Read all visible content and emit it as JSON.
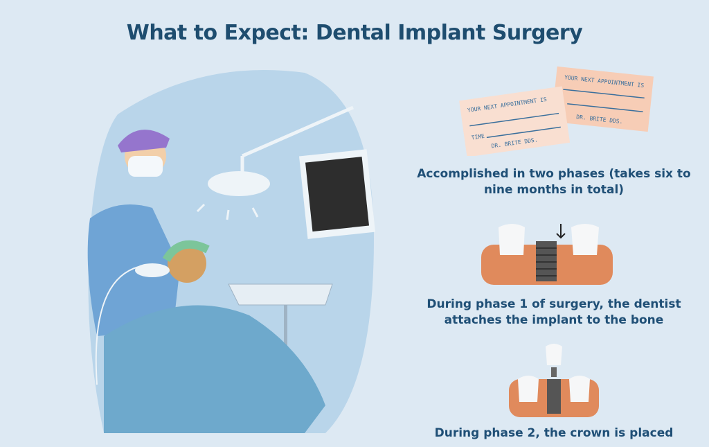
{
  "title": "What to Expect: Dental Implant Surgery",
  "appointment_cards": {
    "heading": "YOUR NEXT APPOINTMENT IS",
    "time_label": "TIME",
    "doctor": "DR. BRITE DDS."
  },
  "steps": [
    {
      "caption": "Accomplished in two phases (takes six to nine months in total)"
    },
    {
      "caption": "During phase 1 of surgery, the dentist attaches the implant to the bone"
    },
    {
      "caption": "During phase 2, the crown is placed"
    }
  ],
  "colors": {
    "background": "#dde9f3",
    "title": "#1e4d6f",
    "gum": "#e08a5c"
  }
}
